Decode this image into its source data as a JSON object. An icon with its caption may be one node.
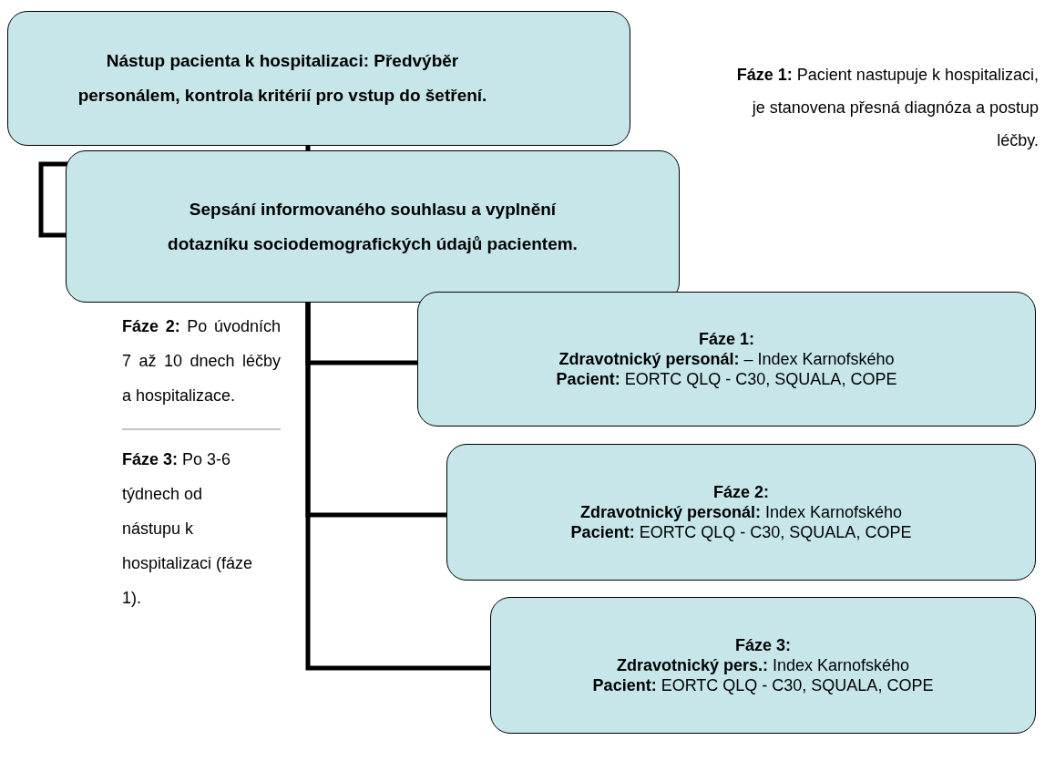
{
  "diagram": {
    "nodes": [
      {
        "text": [
          "Nástup pacienta k hospitalizaci: Předvýběr personálem, kontrola kritérií pro vstup do šetření."
        ]
      },
      {
        "text": [
          "Sepsání informovaného souhlasu a vyplnění dotazníku sociodemografických údajů pacientem."
        ]
      },
      {
        "text": [
          "Fáze 1:",
          "**Zdravotnický personál:** – Index Karnofského",
          "**Pacient:** EORTC QLQ - C30, SQUALA, COPE"
        ]
      },
      {
        "text": [
          "Fáze 2:",
          "**Zdravotnický personál:** Index Karnofského",
          "**Pacient:** EORTC QLQ - C30, SQUALA, COPE"
        ]
      },
      {
        "text": [
          "Fáze 3:",
          "**Zdravotnický pers.:** Index Karnofského",
          "**Pacient:** EORTC QLQ - C30, SQUALA, COPE"
        ]
      }
    ],
    "edges": [
      {
        "from": 0,
        "to": 1,
        "arrow": "none"
      },
      {
        "from": 1,
        "to": 2,
        "arrow": "none"
      },
      {
        "from": 1,
        "to": 3,
        "arrow": "none"
      },
      {
        "from": 1,
        "to": 4,
        "arrow": "none"
      }
    ],
    "labels": [
      "**Fáze 1:** Pacient nastupuje k hospitalizaci, je stanovena přesná diagnóza a postup léčby.",
      "**Fáze 2:** Po úvodních 7 až 10 dnech léčby a hospitalizace.",
      "**Fáze 3:** Po 3-6 týdnech od nástupu k hospitalizaci (fáze 1)."
    ]
  }
}
